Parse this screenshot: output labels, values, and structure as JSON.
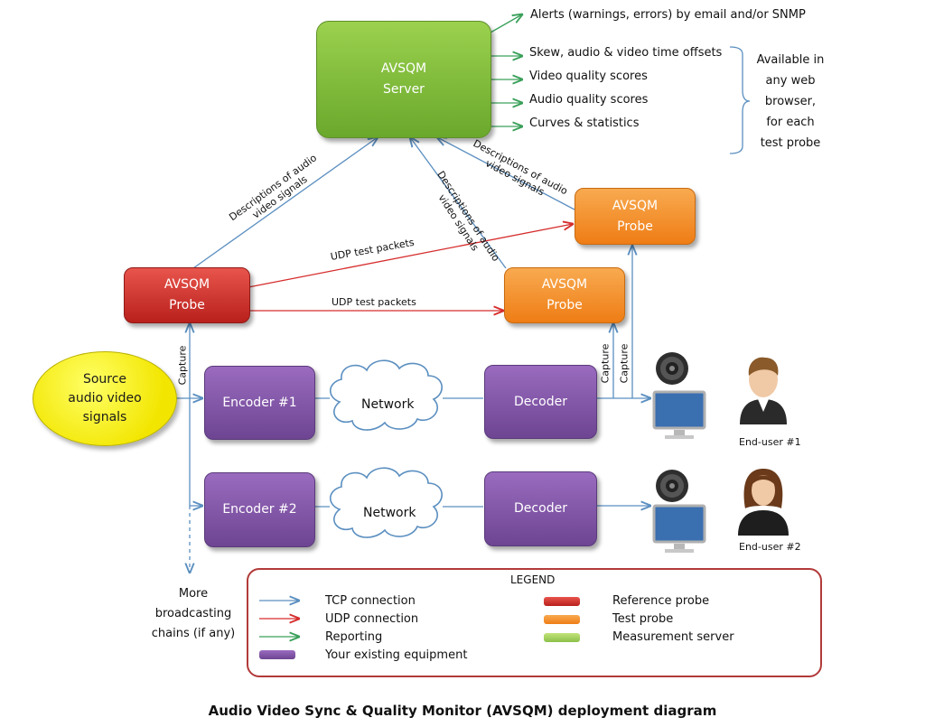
{
  "server": {
    "line1": "AVSQM",
    "line2": "Server"
  },
  "reference_probe": {
    "line1": "AVSQM",
    "line2": "Probe"
  },
  "test_probe_1": {
    "line1": "AVSQM",
    "line2": "Probe"
  },
  "test_probe_2": {
    "line1": "AVSQM",
    "line2": "Probe"
  },
  "source": {
    "line1": "Source",
    "line2": "audio video",
    "line3": "signals"
  },
  "chain1": {
    "encoder": "Encoder #1",
    "network": "Network",
    "decoder": "Decoder",
    "enduser": "End-user #1"
  },
  "chain2": {
    "encoder": "Encoder #2",
    "network": "Network",
    "decoder": "Decoder",
    "enduser": "End-user #2"
  },
  "outputs": [
    "Alerts (warnings, errors) by email and/or SNMP",
    "Skew, audio & video time offsets",
    "Video quality scores",
    "Audio quality scores",
    "Curves & statistics"
  ],
  "availability": {
    "line1": "Available in",
    "line2": "any web",
    "line3": "browser,",
    "line4": "for each",
    "line5": "test probe"
  },
  "links": {
    "desc_left_1": "Descriptions of audio",
    "desc_left_2": "video signals",
    "desc_mid_1": "Descriptions of audio",
    "desc_mid_2": "video signals",
    "desc_right_1": "Descriptions of audio",
    "desc_right_2": "video signals",
    "udp_upper": "UDP test packets",
    "udp_lower": "UDP test packets",
    "capture_ref": "Capture",
    "capture_test_a": "Capture",
    "capture_test_b": "Capture"
  },
  "more": {
    "line1": "More",
    "line2": "broadcasting",
    "line3": "chains (if any)"
  },
  "legend": {
    "title": "LEGEND",
    "tcp": "TCP connection",
    "udp": "UDP connection",
    "reporting": "Reporting",
    "equipment": "Your existing equipment",
    "reference": "Reference probe",
    "test": "Test probe",
    "measurement": "Measurement server"
  },
  "caption": "Audio Video Sync & Quality Monitor (AVSQM) deployment diagram",
  "colors": {
    "tcp": "#5b8fc0",
    "udp": "#d62c2c",
    "reporting": "#3aa05a"
  },
  "icons": [
    "speaker-icon",
    "monitor-icon",
    "male-user-icon",
    "female-user-icon"
  ]
}
